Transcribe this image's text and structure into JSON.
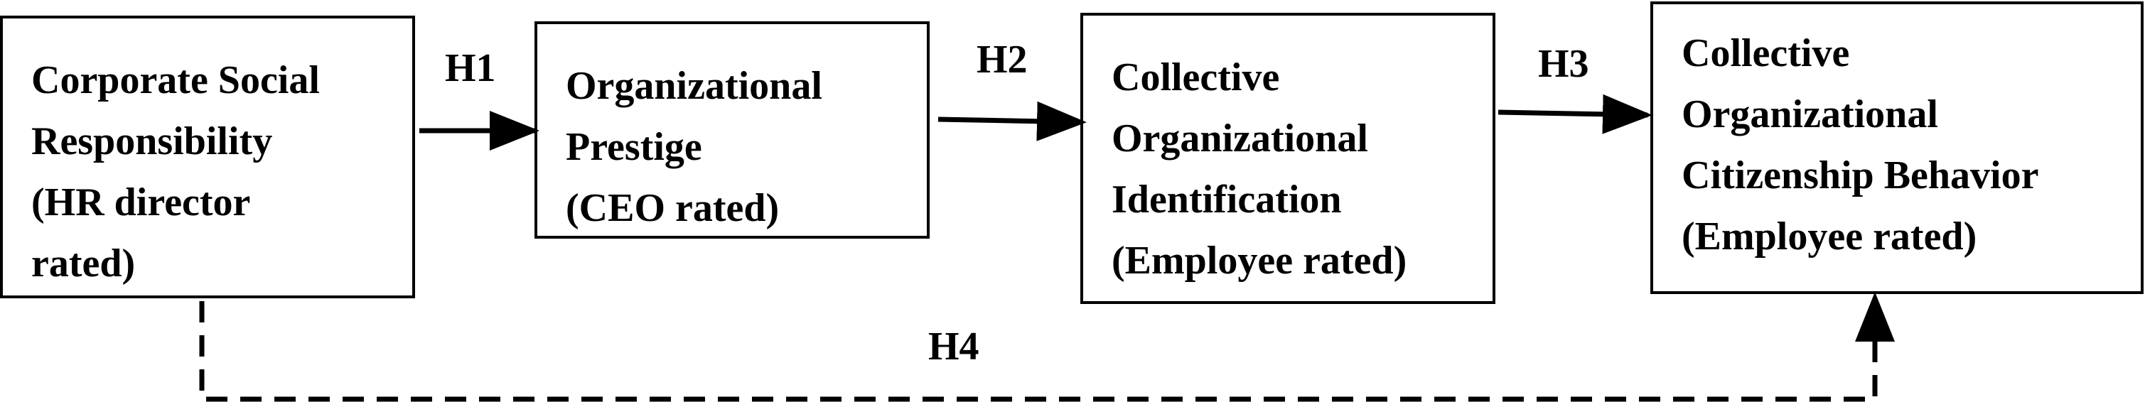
{
  "nodes": [
    {
      "id": "csr",
      "lines": [
        "Corporate Social",
        "Responsibility",
        "(HR director",
        "rated)"
      ]
    },
    {
      "id": "prestige",
      "lines": [
        "Organizational",
        "Prestige",
        "(CEO rated)"
      ]
    },
    {
      "id": "identification",
      "lines": [
        "Collective",
        "Organizational",
        "Identification",
        "(Employee rated)"
      ]
    },
    {
      "id": "ocb",
      "lines": [
        "Collective",
        "Organizational",
        "Citizenship Behavior",
        "(Employee rated)"
      ]
    }
  ],
  "edges": [
    {
      "from": "csr",
      "to": "prestige",
      "label": "H1",
      "style": "solid"
    },
    {
      "from": "prestige",
      "to": "identification",
      "label": "H2",
      "style": "solid"
    },
    {
      "from": "identification",
      "to": "ocb",
      "label": "H3",
      "style": "solid"
    },
    {
      "from": "csr",
      "to": "ocb",
      "label": "H4",
      "style": "dashed"
    }
  ],
  "colors": {
    "stroke": "#000000",
    "background": "#ffffff"
  }
}
